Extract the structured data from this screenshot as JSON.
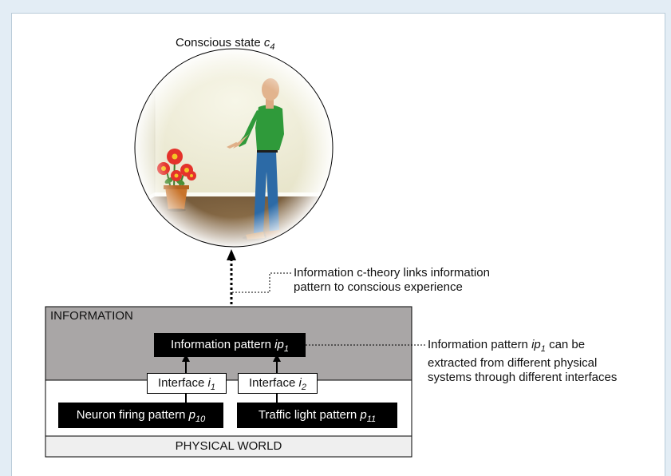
{
  "diagram": {
    "conscious_state_label": "Conscious state",
    "conscious_state_sub": "c",
    "conscious_state_index": "4",
    "theory_note_line1": "Information c-theory links information",
    "theory_note_line2": "pattern to conscious experience",
    "information_layer_label": "INFORMATION",
    "physical_layer_label": "PHYSICAL WORLD",
    "info_pattern_label": "Information pattern",
    "info_pattern_sub": "ip",
    "info_pattern_index": "1",
    "info_note_line1_prefix": "Information pattern",
    "info_note_line1_sub": "ip",
    "info_note_line1_index": "1",
    "info_note_line1_suffix": "can be",
    "info_note_line2": "extracted from different physical",
    "info_note_line3": "systems through different interfaces",
    "interface1_label": "Interface",
    "interface1_sub": "i",
    "interface1_index": "1",
    "interface2_label": "Interface",
    "interface2_sub": "i",
    "interface2_index": "2",
    "neuron_label": "Neuron firing pattern",
    "neuron_sub": "p",
    "neuron_index": "10",
    "traffic_label": "Traffic light pattern",
    "traffic_sub": "p",
    "traffic_index": "11"
  },
  "colors": {
    "background": "#e3edf5",
    "information_layer": "#a9a6a6",
    "physical_layer": "#efefef",
    "wall": "#f3f1df",
    "floor": "#7a5f3e",
    "shirt": "#2f9a3a",
    "jeans": "#2c6aa6",
    "flower": "#e4322b"
  }
}
